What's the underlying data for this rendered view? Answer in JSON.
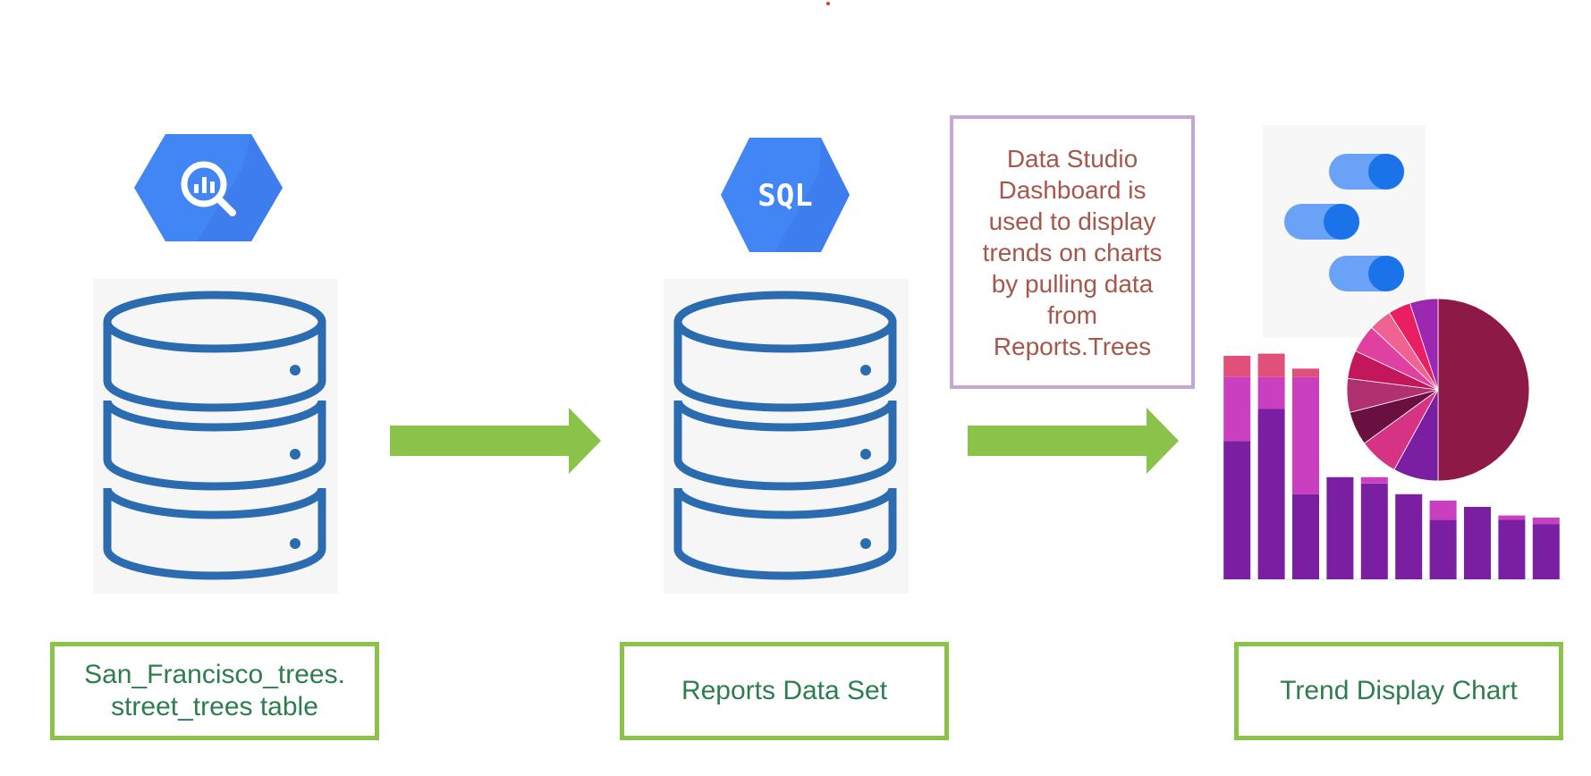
{
  "nodes": [
    {
      "label_lines": [
        "San_Francisco_trees.",
        "street_trees table"
      ]
    },
    {
      "label_lines": [
        "Reports Data Set"
      ]
    },
    {
      "label_lines": [
        "Trend Display Chart"
      ]
    }
  ],
  "note": {
    "lines": [
      "Data Studio",
      "Dashboard is",
      "used to display",
      "trends on charts",
      "by pulling data",
      "from",
      "Reports.Trees"
    ]
  },
  "icons": {
    "bigquery": "bigquery-icon",
    "sql_badge": "SQL",
    "data_studio": "data-studio-icon"
  },
  "colors": {
    "arrow": "#8bc34a",
    "hexagon": "#4285f4",
    "database": "#2b6cb0",
    "label_border": "#8bc34a",
    "note_border": "#c7a6d6",
    "note_text": "#a5574c",
    "label_text": "#2e7d4f"
  },
  "chart_data": [
    {
      "type": "bar",
      "stacked": true,
      "series": [
        {
          "values": [
            65,
            80,
            40,
            48,
            45,
            40,
            28,
            34,
            28,
            26
          ]
        },
        {
          "values": [
            30,
            15,
            55,
            0,
            3,
            0,
            9,
            0,
            2,
            3
          ]
        },
        {
          "values": [
            10,
            11,
            4,
            0,
            0,
            0,
            0,
            0,
            0,
            0
          ]
        }
      ],
      "categories": [
        "",
        "",
        "",
        "",
        "",
        "",
        "",
        "",
        "",
        ""
      ],
      "colors": [
        "#7a1fa2",
        "#c93fc0",
        "#e0507a"
      ]
    },
    {
      "type": "pie",
      "values": [
        50,
        8,
        7,
        6,
        6,
        5,
        5,
        4,
        4,
        5
      ],
      "data_labels": [
        "",
        "",
        "",
        "",
        "",
        "",
        "",
        "",
        "",
        ""
      ],
      "colors": [
        "#8d1a46",
        "#7b1fa2",
        "#d63384",
        "#6a0f3f",
        "#b03070",
        "#c2185b",
        "#e040a0",
        "#f06292",
        "#e91e63",
        "#9c27b0"
      ]
    }
  ]
}
